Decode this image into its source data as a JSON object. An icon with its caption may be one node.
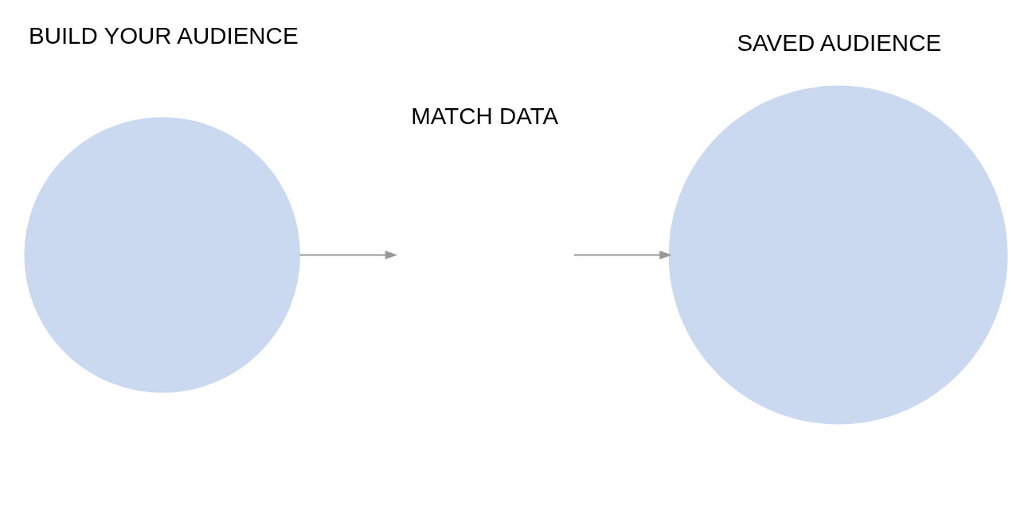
{
  "diagram": {
    "nodes": [
      {
        "text": [
          "BUILD YOUR AUDIENCE"
        ]
      },
      {
        "text": [
          "MATCH DATA"
        ]
      },
      {
        "text": [
          "SAVED AUDIENCE"
        ]
      }
    ],
    "edges": [
      {
        "from": 0,
        "to": 1,
        "arrow": "to"
      },
      {
        "from": 1,
        "to": 2,
        "arrow": "to"
      }
    ]
  }
}
